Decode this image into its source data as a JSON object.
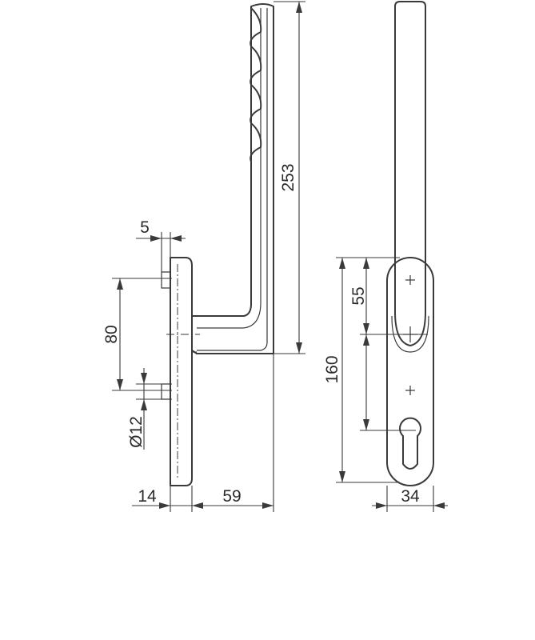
{
  "dimensions": {
    "height_total": "253",
    "offset_top": "5",
    "hole_spacing": "80",
    "hole_diameter": "Ø12",
    "plate_thickness": "14",
    "handle_projection": "59",
    "plate_length": "160",
    "axis_to_cylinder": "55",
    "plate_width": "34"
  },
  "colors": {
    "line": "#3a3a3a",
    "background": "#ffffff"
  }
}
